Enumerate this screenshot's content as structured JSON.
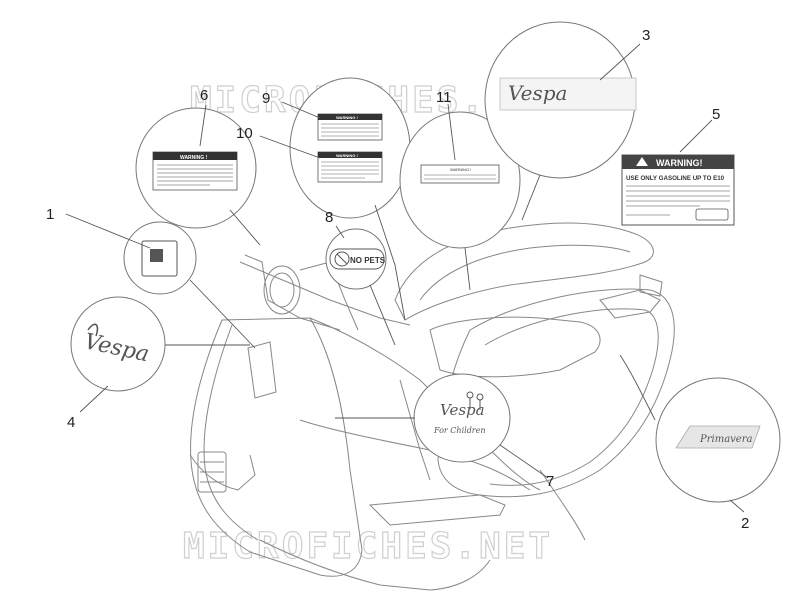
{
  "watermark": "MICROFICHES.NET",
  "callouts": {
    "c1": "1",
    "c2": "2",
    "c3": "3",
    "c4": "4",
    "c5": "5",
    "c6": "6",
    "c7": "7",
    "c8": "8",
    "c9": "9",
    "c10": "10",
    "c11": "11"
  },
  "decals": {
    "warning_word": "WARNING!",
    "warning_small": "WARNING !",
    "fuel_line1": "USE ONLY GASOLINE UP TO E10",
    "no_pets": "NO PETS",
    "vespa_script": "Vespa",
    "for_children": "For Children",
    "primavera": "Primavera"
  },
  "colors": {
    "line": "#777777",
    "callout": "#222222",
    "watermark": "#cfcfcf",
    "label_dark": "#333333"
  }
}
